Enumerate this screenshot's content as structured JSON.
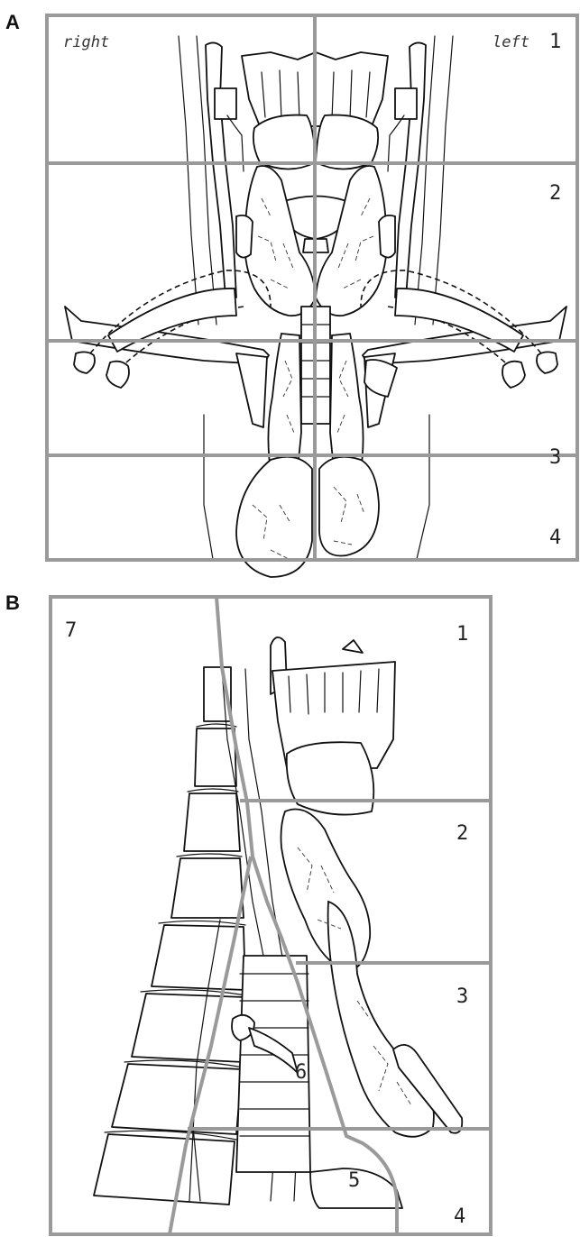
{
  "panel_a": {
    "letter": "A",
    "orientation_right": "right",
    "orientation_left": "left",
    "zones": [
      "1",
      "2",
      "3",
      "4"
    ]
  },
  "panel_b": {
    "letter": "B",
    "zones": [
      "1",
      "2",
      "3",
      "4",
      "5",
      "6",
      "7"
    ]
  },
  "colors": {
    "grid": "#9a9a9a",
    "ink": "#111111",
    "background": "#ffffff"
  }
}
